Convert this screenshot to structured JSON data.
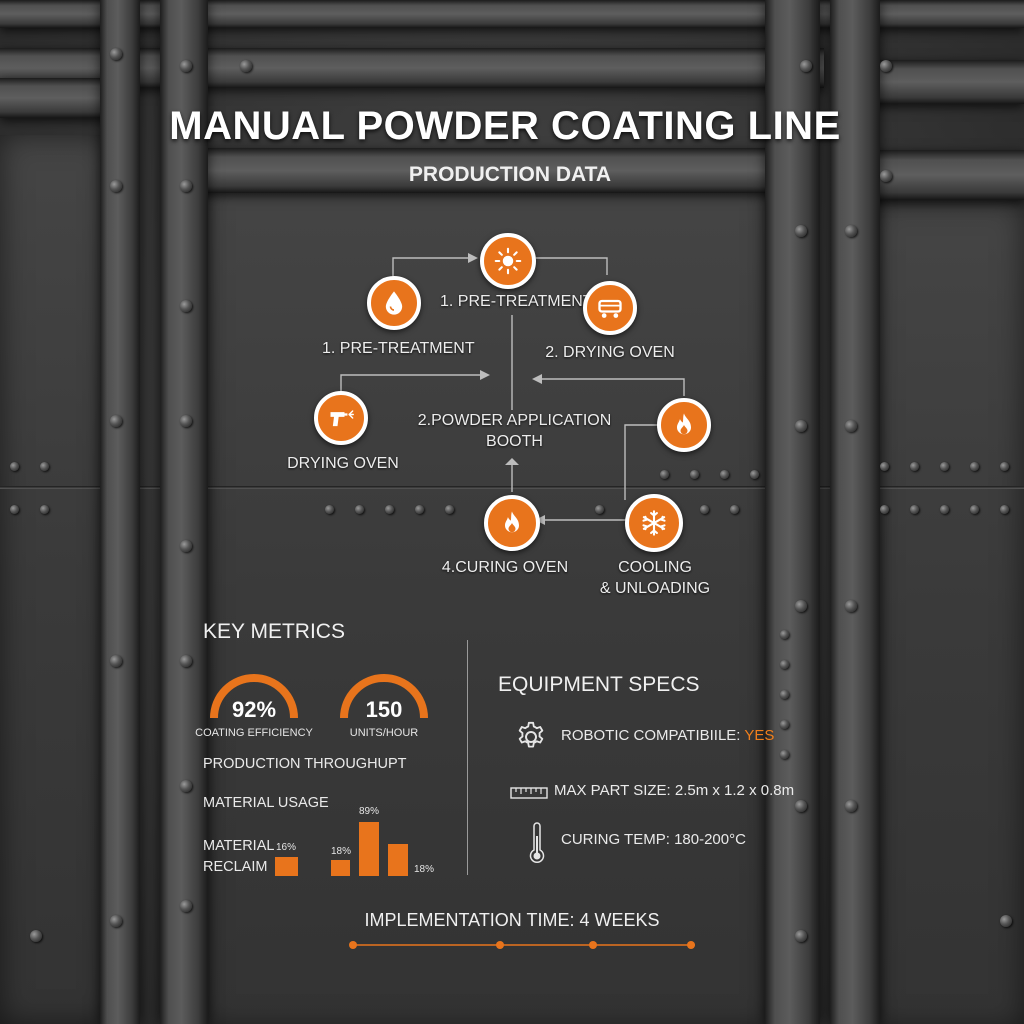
{
  "header": {
    "title": "MANUAL POWDER COATING LINE",
    "subtitle": "PRODUCTION DATA"
  },
  "process": {
    "steps": [
      {
        "label": "1. PRE-TREATMENT",
        "icon": "sun-icon"
      },
      {
        "label": "1. PRE-TREATMENT",
        "icon": "droplet-icon"
      },
      {
        "label": "2. DRYING OVEN",
        "icon": "cart-icon"
      },
      {
        "label": "DRYING OVEN",
        "icon": "spray-gun-icon"
      },
      {
        "label_line1": "2.POWDER APPLICATION",
        "label_line2": "BOOTH"
      },
      {
        "label": "",
        "icon": "flame-icon"
      },
      {
        "label": "4.CURING OVEN",
        "icon": "flame-icon"
      },
      {
        "label_line1": "COOLING",
        "label_line2": "& UNLOADING",
        "icon": "snowflake-icon"
      }
    ]
  },
  "metrics": {
    "heading": "KEY METRICS",
    "gauges": [
      {
        "value": "92%",
        "label": "COATING EFFICIENCY"
      },
      {
        "value": "150",
        "label": "UNITS/HOUR"
      }
    ],
    "production_throughput": "PRODUCTION THROUGHUPT",
    "material_usage": "MATERIAL USAGE",
    "material_reclaim_line1": "MATERIAL",
    "material_reclaim_line2": "RECLAIM",
    "bars": [
      {
        "label": "16%"
      },
      {
        "label": "18%"
      },
      {
        "label": "89%"
      },
      {
        "label": "18%"
      }
    ]
  },
  "specs": {
    "heading": "EQUIPMENT SPECS",
    "robotic_label": "ROBOTIC COMPATIBIILE:",
    "robotic_value": "YES",
    "max_part_size": "MAX PART SIZE: 2.5m x 1.2 x 0.8m",
    "curing_temp": "CURING TEMP: 180-200°C"
  },
  "footer": {
    "implementation": "IMPLEMENTATION TIME: 4 WEEKS"
  },
  "colors": {
    "accent": "#e8741c",
    "background": "#3a3a3a",
    "text": "#f2f2f2"
  }
}
